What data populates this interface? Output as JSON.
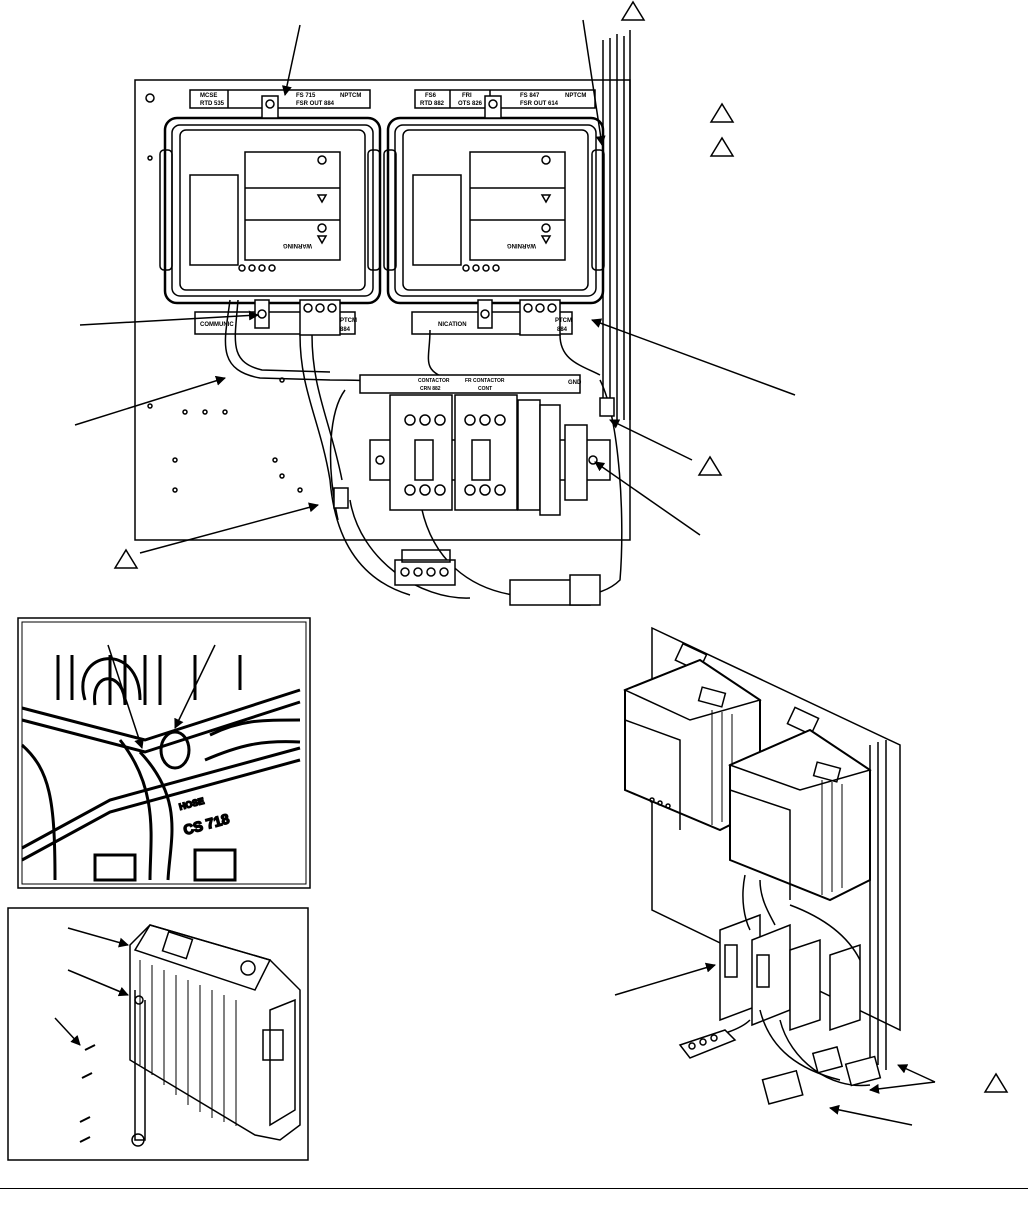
{
  "labels": {
    "left_module_top_left": [
      "MCSE",
      "RTD 535"
    ],
    "left_module_top_right": [
      "FS 715",
      "FSR OUT 884"
    ],
    "left_module_top_tag": "NPTCM",
    "right_module_top_left": [
      "FS6",
      "RTD 882"
    ],
    "right_module_top_mid": [
      "FRI",
      "OTS 826"
    ],
    "right_module_top_right": [
      "FS 847",
      "FSR OUT 614"
    ],
    "right_module_top_tag": "NPTCM",
    "warning": "WARNING",
    "left_comm": "COMMUNIC",
    "right_comm": "NICATION",
    "bottom_tag": "PTCM",
    "bottom_tag_num": "884",
    "contactor_1": "CONTACTOR",
    "contactor_1_num": "CRN 882",
    "contactor_2": "FR CONTACTOR",
    "contactor_2_num": "CONT",
    "gnd": "GND",
    "hose_label": [
      "HOSE",
      "CS 718"
    ]
  }
}
